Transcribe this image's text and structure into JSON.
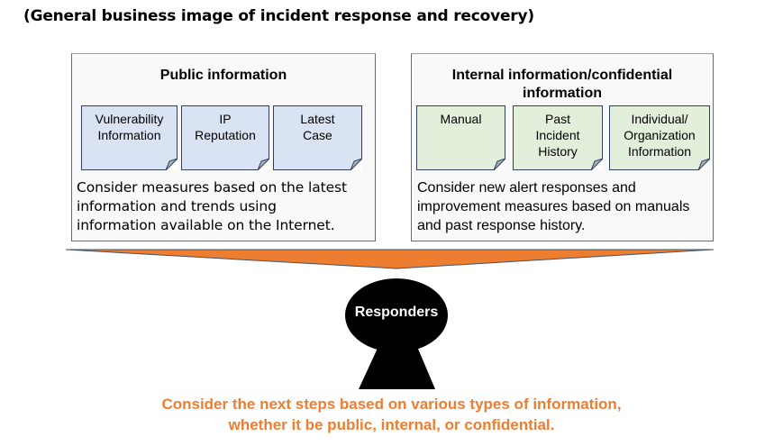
{
  "title": "(General business image of incident response and recovery)",
  "colors": {
    "accent_orange": "#ed7d31",
    "public_card": "#dae3f3",
    "internal_card": "#e2efda",
    "responder": "#000000"
  },
  "public_panel": {
    "title": "Public information",
    "cards": [
      {
        "label": "Vulnerability\nInformation",
        "lines": [
          "Vulnerability",
          "Information"
        ]
      },
      {
        "label": "IP\nReputation",
        "lines": [
          "IP",
          "Reputation"
        ]
      },
      {
        "label": "Latest\nCase",
        "lines": [
          "Latest",
          "Case"
        ]
      }
    ],
    "description_lines": [
      "Consider measures based on the latest",
      "information and trends using",
      "information available on the Internet."
    ]
  },
  "internal_panel": {
    "title_lines": [
      "Internal information/confidential",
      "information"
    ],
    "cards": [
      {
        "lines": [
          "Manual"
        ]
      },
      {
        "lines": [
          "Past",
          "Incident",
          "History"
        ]
      },
      {
        "lines": [
          "Individual/",
          "Organization",
          "Information"
        ]
      }
    ],
    "description_lines": [
      "Consider new alert responses and",
      "improvement measures based on manuals",
      "and past response history."
    ]
  },
  "responders": {
    "label": "Responders"
  },
  "conclusion_lines": [
    "Consider the next steps based on various types of information,",
    "whether it be public, internal, or confidential."
  ]
}
